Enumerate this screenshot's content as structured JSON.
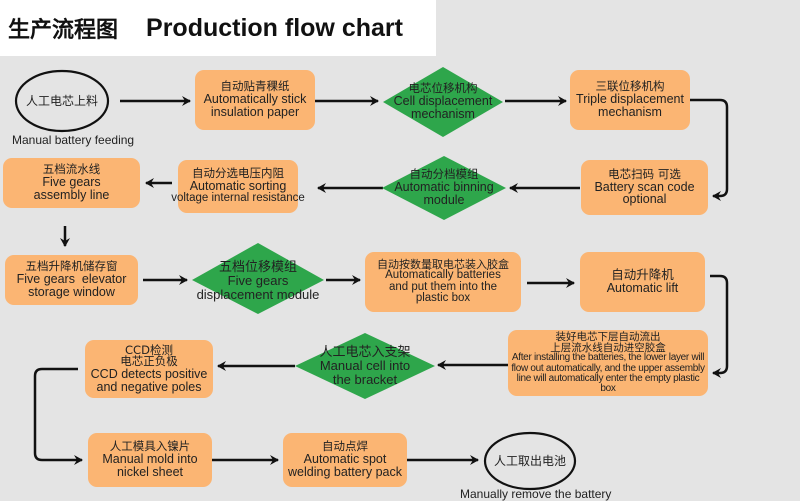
{
  "title": {
    "zh": "生产流程图",
    "en": "Production flow chart"
  },
  "colors": {
    "process": "#fbb573",
    "decision": "#2ea64b",
    "background": "#e4e4e4"
  },
  "nodes": {
    "start": {
      "zh": "人工电芯上料",
      "caption": "Manual battery feeding"
    },
    "insulation": {
      "zh": "自动贴青稞纸",
      "en1": "Automatically stick",
      "en2": "insulation paper"
    },
    "cell_disp": {
      "zh": "电芯位移机构",
      "en1": "Cell displacement",
      "en2": "mechanism"
    },
    "triple": {
      "zh": "三联位移机构",
      "en1": "Triple displacement",
      "en2": "mechanism"
    },
    "scan": {
      "zh": "电芯扫码 可选",
      "en1": "Battery scan code",
      "en2": "optional"
    },
    "binning": {
      "zh": "自动分档模组",
      "en1": "Automatic binning",
      "en2": "module"
    },
    "sorting": {
      "zh": "自动分选电压内阻",
      "en1": "Automatic sorting",
      "en2": "voltage internal resistance"
    },
    "assembly": {
      "zh": "五档流水线",
      "en1": "Five gears",
      "en2": "assembly line"
    },
    "elevator": {
      "zh": "五档升降机储存窗",
      "en1": "Five gears  elevator",
      "en2": "storage window"
    },
    "gears_disp": {
      "zh": "五档位移模组",
      "en1": "Five gears",
      "en2": "displacement module"
    },
    "plastic_box": {
      "zh": "自动按数量取电芯装入胶盒",
      "en1": "Automatically batteries",
      "en2": "and put them into the",
      "en3": "plastic box"
    },
    "lift": {
      "zh": "自动升降机",
      "en1": "Automatic lift"
    },
    "after_install": {
      "zh1": "装好电芯下层自动流出",
      "zh2": "上层流水线自动进空胶盒",
      "en1": "After installing the batteries, the lower layer will",
      "en2": "flow out automatically, and the upper assembly",
      "en3": "line will automatically enter the empty plastic box"
    },
    "bracket": {
      "zh": "人工电芯入支架",
      "en1": "Manual cell into",
      "en2": "the bracket"
    },
    "ccd": {
      "zh1": "CCD检测",
      "zh2": "电芯正负极",
      "en1": "CCD detects positive",
      "en2": "and negative poles"
    },
    "nickel": {
      "zh": "人工模具入镍片",
      "en1": "Manual mold into",
      "en2": "nickel sheet"
    },
    "welding": {
      "zh": "自动点焊",
      "en1": "Automatic spot",
      "en2": "welding battery pack"
    },
    "end": {
      "zh": "人工取出电池",
      "caption": "Manually remove the battery"
    }
  }
}
